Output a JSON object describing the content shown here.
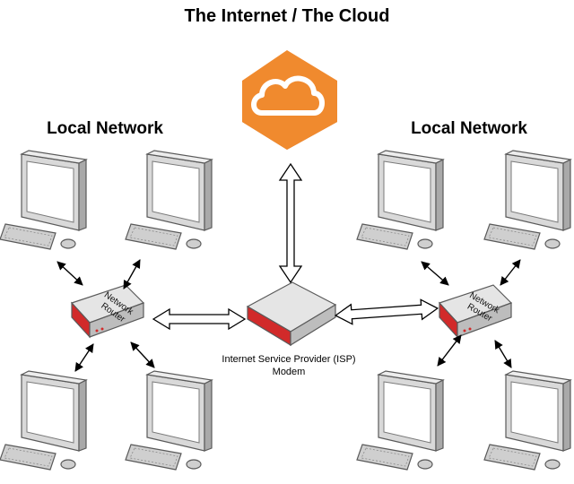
{
  "title": "The Internet / The Cloud",
  "left_network": {
    "label": "Local Network",
    "router_label": [
      "Network",
      "Router"
    ]
  },
  "right_network": {
    "label": "Local Network",
    "router_label": [
      "Network",
      "Router"
    ]
  },
  "modem": {
    "label_line1": "Internet Service Provider (ISP)",
    "label_line2": "Modem"
  },
  "icons": {
    "cloud": "cloud-icon",
    "computer": "computer-icon",
    "router": "router-icon",
    "modem": "modem-icon"
  },
  "colors": {
    "cloud": "#F08A2E",
    "cloud_dark": "#C9651A",
    "router_accent": "#D12A2A",
    "device_gray": "#D9D9D9",
    "device_edge": "#5A5A5A"
  }
}
